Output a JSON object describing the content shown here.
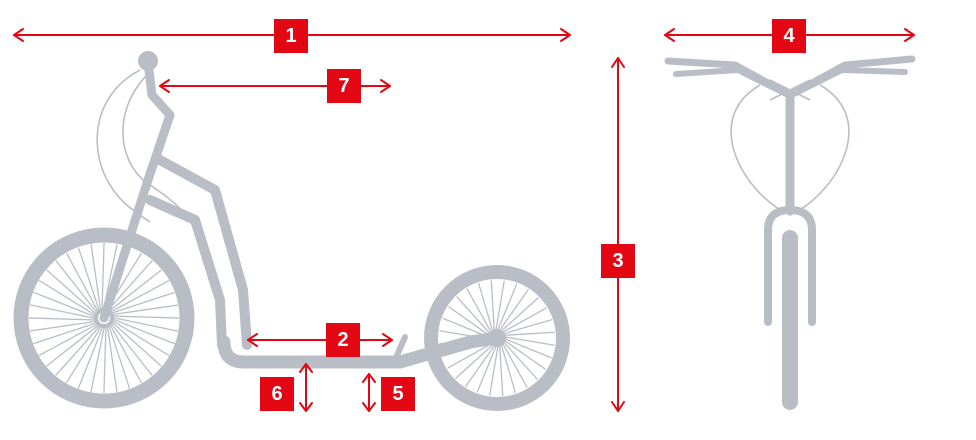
{
  "colors": {
    "accent": "#e30613",
    "scooter": "#b9bec6",
    "background": "#ffffff"
  },
  "dimensions": [
    {
      "id": "1",
      "label": "1",
      "orientation": "horizontal"
    },
    {
      "id": "2",
      "label": "2",
      "orientation": "horizontal"
    },
    {
      "id": "3",
      "label": "3",
      "orientation": "vertical"
    },
    {
      "id": "4",
      "label": "4",
      "orientation": "horizontal"
    },
    {
      "id": "5",
      "label": "5",
      "orientation": "vertical"
    },
    {
      "id": "6",
      "label": "6",
      "orientation": "vertical"
    },
    {
      "id": "7",
      "label": "7",
      "orientation": "horizontal"
    }
  ]
}
